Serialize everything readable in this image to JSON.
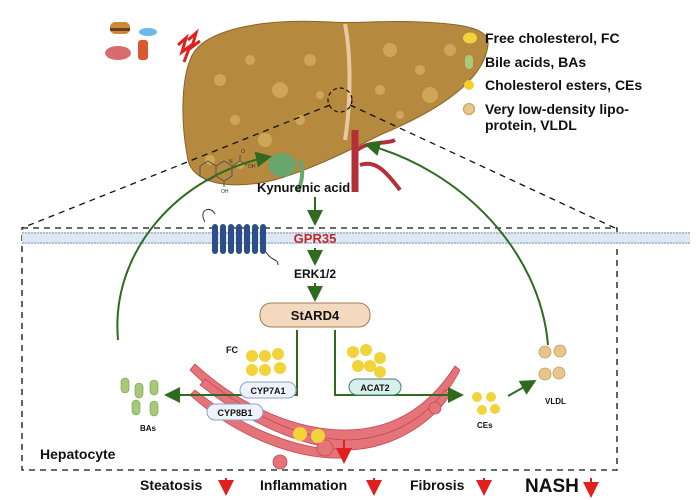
{
  "legend": {
    "items": [
      {
        "label": "Free cholesterol, FC",
        "icon": "yellow-sphere-icon",
        "color": "#f2d43a"
      },
      {
        "label": "Bile acids, BAs",
        "icon": "bile-acid-icon",
        "color": "#a9c97a"
      },
      {
        "label": "Cholesterol esters, CEs",
        "icon": "yellow-sphere-icon",
        "color": "#f2cf2f"
      },
      {
        "label_line1": "Very low-density lipo-",
        "label_line2": "protein, VLDL",
        "icon": "vldl-particle-icon",
        "color": "#e8c58a"
      }
    ]
  },
  "pathway": {
    "ligand": "Kynurenic acid",
    "ligand_struct": {
      "oh1": "OH",
      "oh2": "OH",
      "o": "O",
      "n": "N"
    },
    "receptor": "GPR35",
    "kinase": "ERK1/2",
    "protein": "StARD4",
    "fc_label": "FC",
    "enzymes": {
      "cyp7a1": "CYP7A1",
      "cyp8b1": "CYP8B1",
      "acat2": "ACAT2"
    },
    "products": {
      "bas": "BAs",
      "ces": "CEs",
      "vldl": "VLDL"
    },
    "cell": "Hepatocyte"
  },
  "outcomes": [
    {
      "label": "Steatosis",
      "direction": "down"
    },
    {
      "label": "Inflammation",
      "direction": "down"
    },
    {
      "label": "Fibrosis",
      "direction": "down"
    },
    {
      "label": "NASH",
      "direction": "down"
    }
  ],
  "colors": {
    "arrow": "#2e6b1f",
    "receptor_text": "#c0262d",
    "down_arrow": "#e0201f",
    "liver": "#b58a3e",
    "er": "#e06c70",
    "protein_box": "#f3d9bd"
  }
}
